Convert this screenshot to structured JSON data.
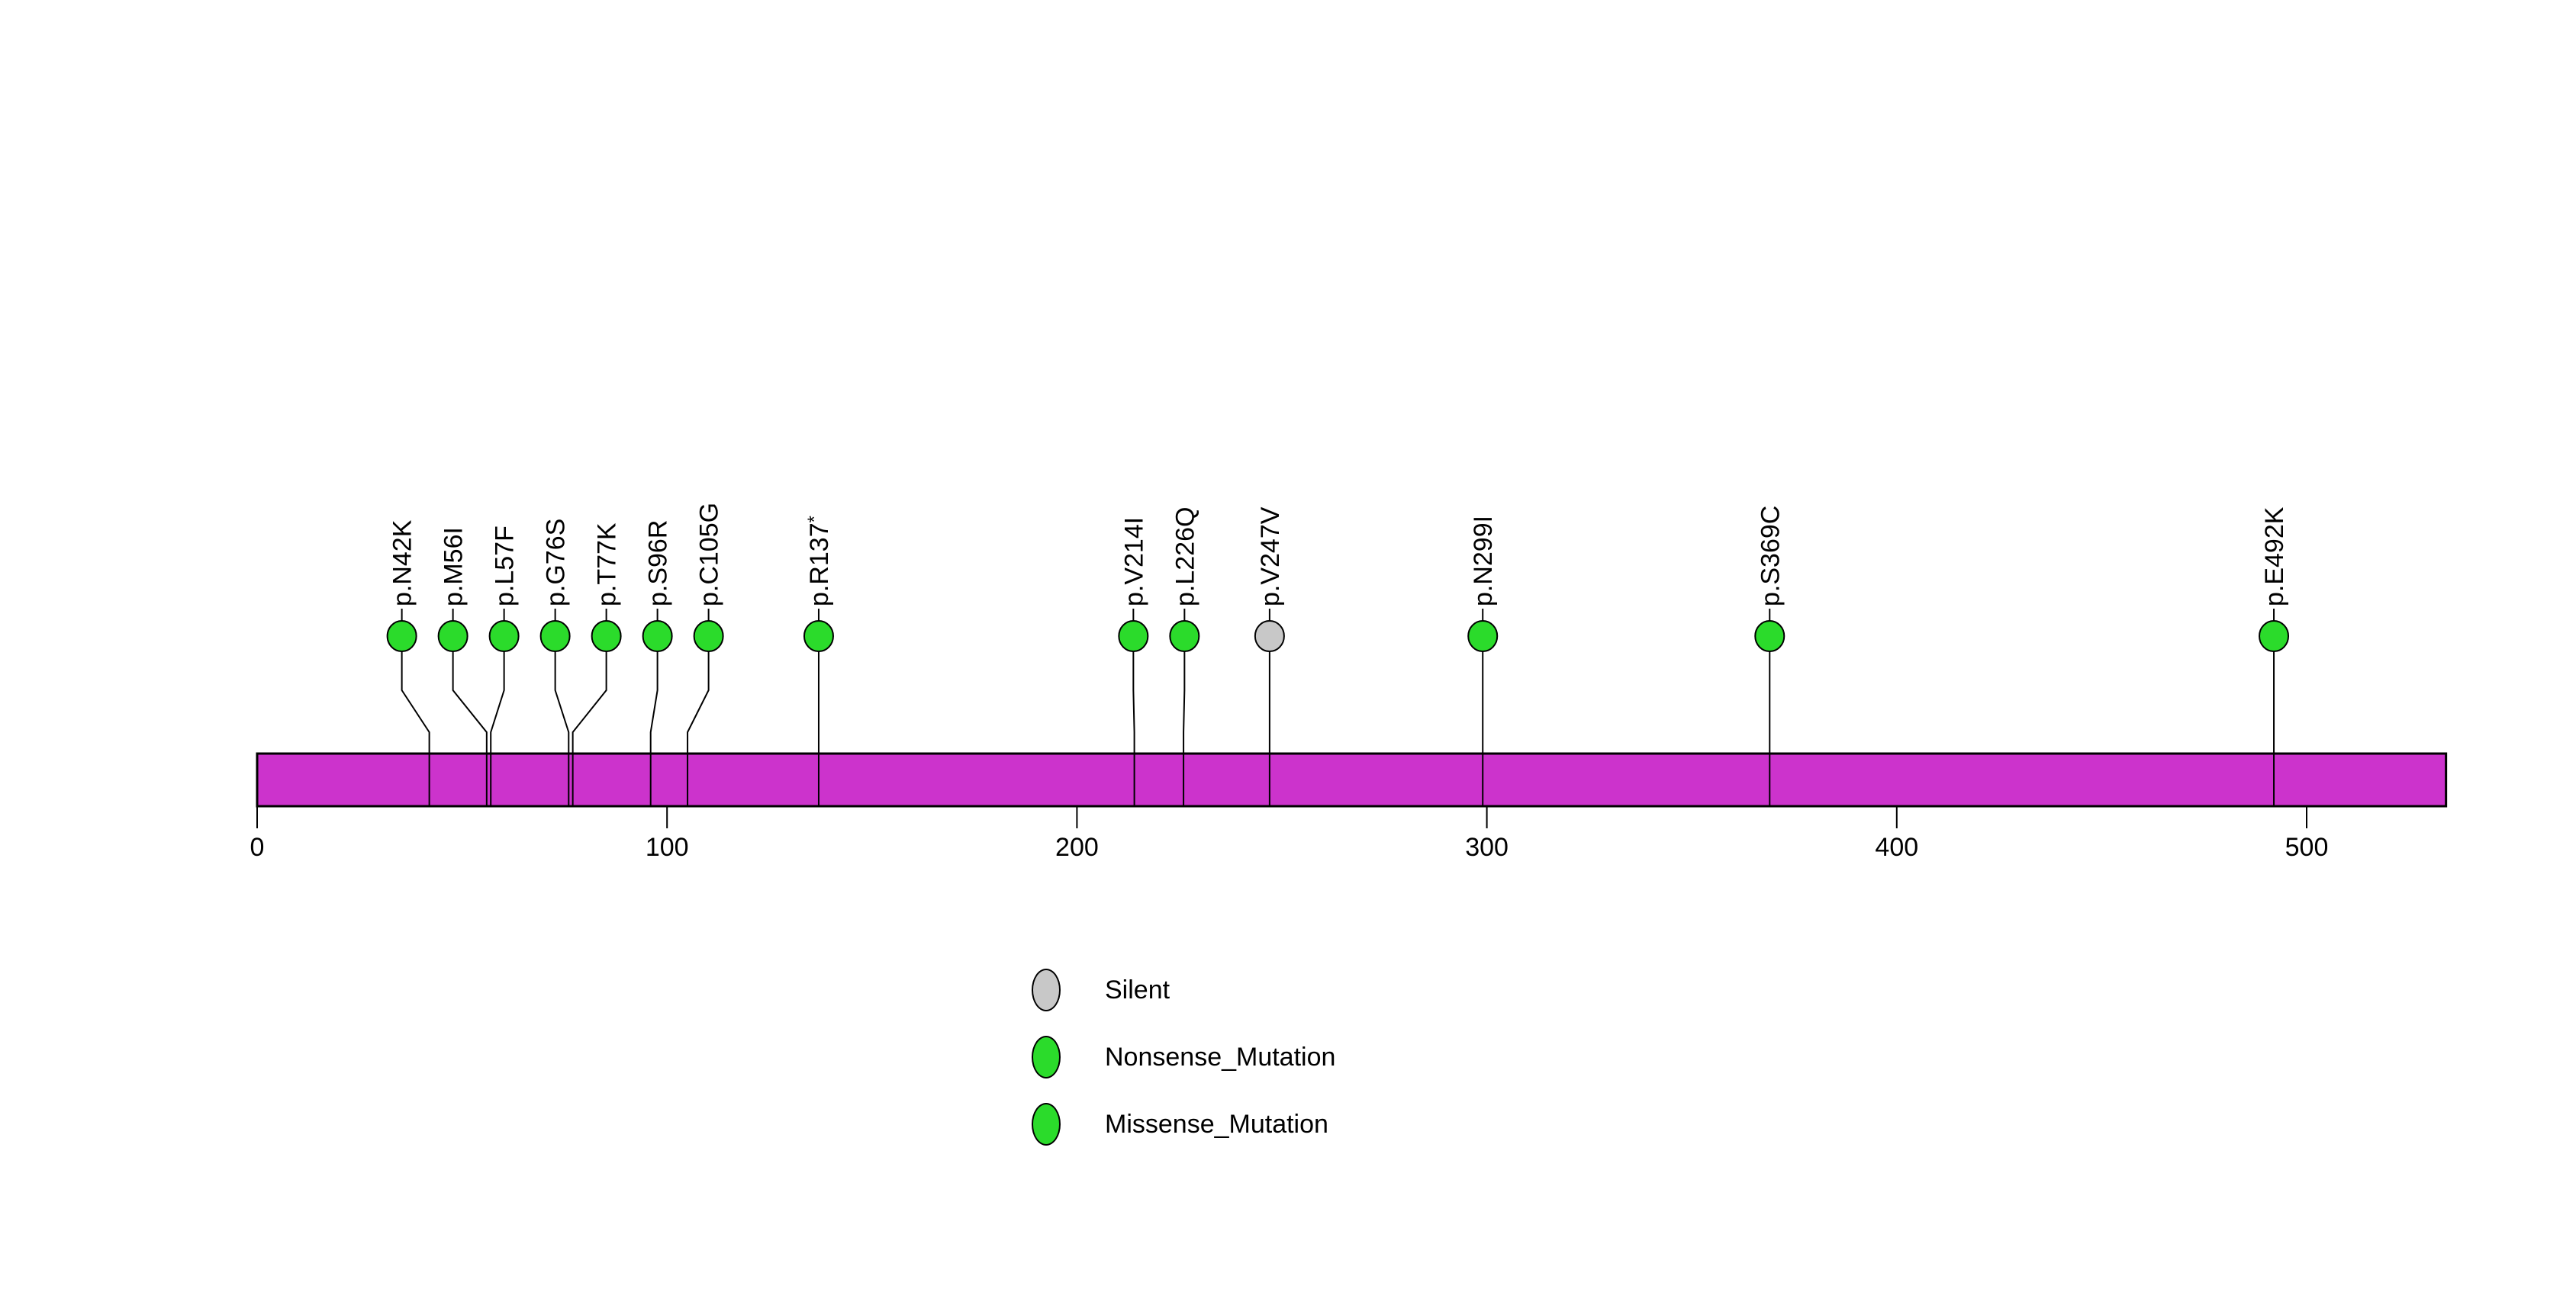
{
  "chart_data": {
    "type": "lollipop",
    "title": "",
    "xlabel": "",
    "ylabel": "",
    "protein": {
      "start": 0,
      "end": 534,
      "bar_color": "#CC33CC",
      "bar_border_color": "#000000"
    },
    "x_axis": {
      "ticks": [
        0,
        100,
        200,
        300,
        400,
        500
      ],
      "range": [
        0,
        534
      ],
      "grid": false
    },
    "mutations": [
      {
        "label": "p.N42K",
        "suffix": "",
        "position": 42,
        "type": "Missense_Mutation",
        "color": "#2BDB2B"
      },
      {
        "label": "p.M56I",
        "suffix": "",
        "position": 56,
        "type": "Missense_Mutation",
        "color": "#2BDB2B"
      },
      {
        "label": "p.L57F",
        "suffix": "",
        "position": 57,
        "type": "Missense_Mutation",
        "color": "#2BDB2B"
      },
      {
        "label": "p.G76S",
        "suffix": "",
        "position": 76,
        "type": "Missense_Mutation",
        "color": "#2BDB2B"
      },
      {
        "label": "p.T77K",
        "suffix": "",
        "position": 77,
        "type": "Missense_Mutation",
        "color": "#2BDB2B"
      },
      {
        "label": "p.S96R",
        "suffix": "",
        "position": 96,
        "type": "Missense_Mutation",
        "color": "#2BDB2B"
      },
      {
        "label": "p.C105G",
        "suffix": "",
        "position": 105,
        "type": "Missense_Mutation",
        "color": "#2BDB2B"
      },
      {
        "label": "p.R137",
        "suffix": "*",
        "position": 137,
        "type": "Nonsense_Mutation",
        "color": "#2BDB2B"
      },
      {
        "label": "p.V214I",
        "suffix": "",
        "position": 214,
        "type": "Missense_Mutation",
        "color": "#2BDB2B"
      },
      {
        "label": "p.L226Q",
        "suffix": "",
        "position": 226,
        "type": "Missense_Mutation",
        "color": "#2BDB2B"
      },
      {
        "label": "p.V247V",
        "suffix": "",
        "position": 247,
        "type": "Silent",
        "color": "#C8C8C8"
      },
      {
        "label": "p.N299I",
        "suffix": "",
        "position": 299,
        "type": "Missense_Mutation",
        "color": "#2BDB2B"
      },
      {
        "label": "p.S369C",
        "suffix": "",
        "position": 369,
        "type": "Missense_Mutation",
        "color": "#2BDB2B"
      },
      {
        "label": "p.E492K",
        "suffix": "",
        "position": 492,
        "type": "Missense_Mutation",
        "color": "#2BDB2B"
      }
    ],
    "legend": [
      {
        "label": "Silent",
        "color": "#C8C8C8"
      },
      {
        "label": "Nonsense_Mutation",
        "color": "#2BDB2B"
      },
      {
        "label": "Missense_Mutation",
        "color": "#2BDB2B"
      }
    ],
    "legend_position": "bottom-center",
    "marker_stroke_color": "#000000",
    "stem_color": "#000000"
  }
}
